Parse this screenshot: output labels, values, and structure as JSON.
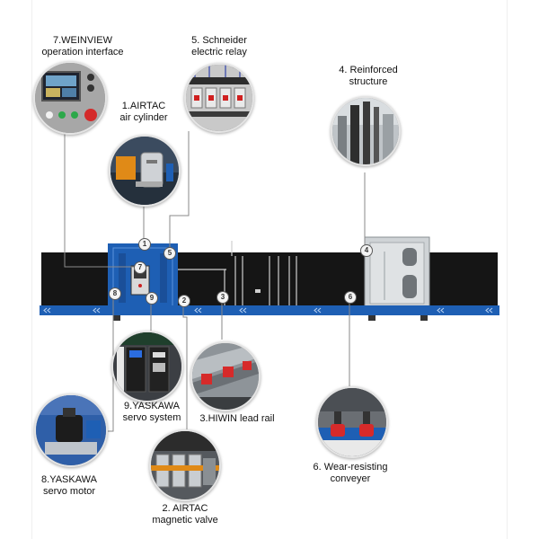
{
  "callouts": [
    {
      "num": "7",
      "line1": "7.WEINVIEW",
      "line2": "operation interface",
      "icon": "touchscreen-panel-icon"
    },
    {
      "num": "5",
      "line1": "5. Schneider",
      "line2": "electric relay",
      "icon": "relay-panel-icon"
    },
    {
      "num": "1",
      "line1": "1.AIRTAC",
      "line2": "air cylinder",
      "icon": "air-cylinder-icon"
    },
    {
      "num": "4",
      "line1": "4. Reinforced",
      "line2": "structure",
      "icon": "steel-frame-icon"
    },
    {
      "num": "9",
      "line1": "9.YASKAWA",
      "line2": "servo system",
      "icon": "servo-drive-icon"
    },
    {
      "num": "3",
      "line1": "3.HIWIN lead rail",
      "line2": "",
      "icon": "linear-rail-icon"
    },
    {
      "num": "8",
      "line1": "8.YASKAWA",
      "line2": "servo motor",
      "icon": "servo-motor-icon"
    },
    {
      "num": "6",
      "line1": "6. Wear-resisting",
      "line2": "conveyer",
      "icon": "conveyor-wheel-icon"
    },
    {
      "num": "2",
      "line1": "2. AIRTAC",
      "line2": "magnetic valve",
      "icon": "solenoid-valve-icon"
    }
  ],
  "colors": {
    "machine_blue": "#1e5fb4",
    "panel_dark": "#151515",
    "leader_line": "#8a8a8a",
    "badge_border": "#5a5a5a"
  }
}
